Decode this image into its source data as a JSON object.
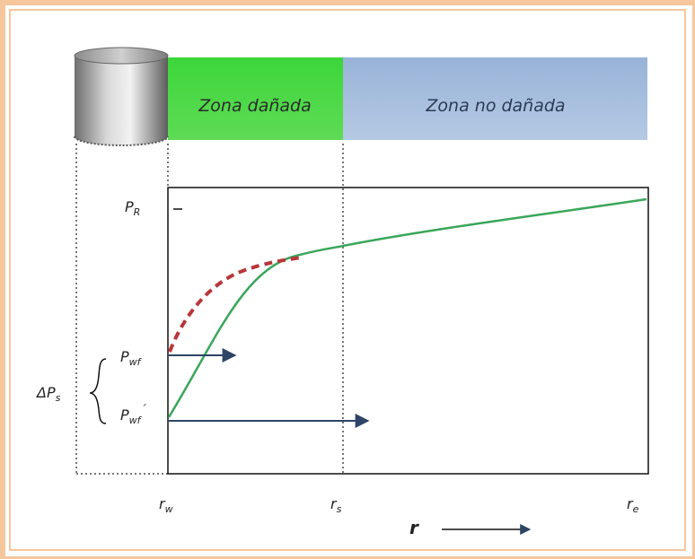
{
  "zones": {
    "damaged_label": "Zona dañada",
    "undamaged_label": "Zona no dañada"
  },
  "pressure_labels": {
    "pr_main": "P",
    "pr_sub": "R",
    "pwf_main": "P",
    "pwf_sub": "wf",
    "pwf_prime_main": "P",
    "pwf_prime_sub": "wf",
    "pwf_prime_mark": "´",
    "delta_main": "ΔP",
    "delta_sub": "s"
  },
  "radius_labels": {
    "rw_main": "r",
    "rw_sub": "w",
    "rs_main": "r",
    "rs_sub": "s",
    "re_main": "r",
    "re_sub": "e",
    "axis": "r"
  },
  "colors": {
    "frame": "#f6c79c",
    "damaged_zone": "#4fd14a",
    "undamaged_zone": "#a6bfdc",
    "pressure_curve": "#3aa65a",
    "damaged_curve": "#c0392b",
    "arrows": "#2d4466"
  }
}
